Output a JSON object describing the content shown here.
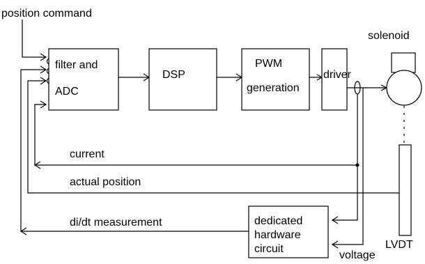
{
  "labels": {
    "position_command": "position command",
    "filter_line1": "filter and",
    "filter_line2": "ADC",
    "dsp": "DSP",
    "pwm_line1": "PWM",
    "pwm_line2": "generation",
    "driver": "driver",
    "solenoid": "solenoid",
    "current": "current",
    "actual_position": "actual position",
    "didt": "di/dt measurement",
    "hw_line1": "dedicated",
    "hw_line2": "hardware",
    "hw_line3": "circuit",
    "lvdt": "LVDT",
    "voltage": "voltage"
  }
}
